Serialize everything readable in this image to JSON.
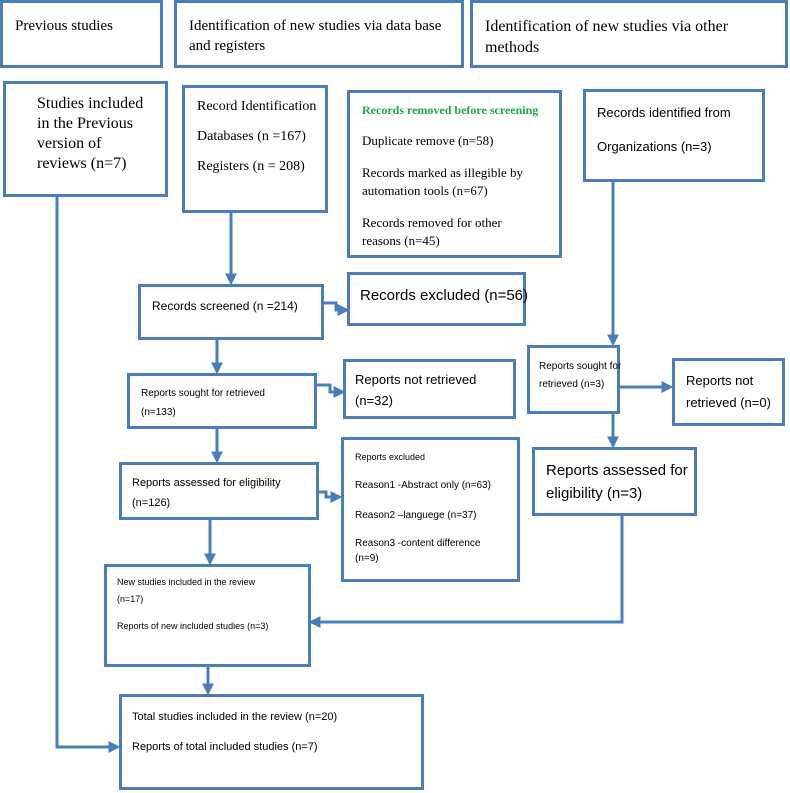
{
  "header": {
    "previous": "Previous studies",
    "databases_line1": "Identification of new studies via data base",
    "databases_line2": "and registers",
    "other_line1": "Identification of new studies via other",
    "other_line2": "methods"
  },
  "previous_included": {
    "line1": "Studies included",
    "line2": "in the Previous",
    "line3": "version of",
    "line4": "reviews (n=7)"
  },
  "record_identification": {
    "title": "Record Identification",
    "databases": "Databases (n =167)",
    "registers": "Registers (n = 208)"
  },
  "removed_before_screening": {
    "title": "Records removed before screening",
    "duplicate": "Duplicate remove (n=58)",
    "illegible_line1": "Records marked as illegible by",
    "illegible_line2": "automation tools (n=67)",
    "other_line1": "Records removed for other",
    "other_line2": "reasons (n=45)"
  },
  "organizations": {
    "line1": "Records identified from",
    "line2": "Organizations (n=3)"
  },
  "screened": "Records screened (n =214)",
  "excluded": "Records excluded (n=56)",
  "sought": {
    "line1": "Reports sought for retrieved",
    "line2": "(n=133)"
  },
  "not_retrieved": {
    "line1": "Reports not retrieved",
    "line2": "(n=32)"
  },
  "assessed": {
    "line1": "Reports assessed for eligibility",
    "line2": "(n=126)"
  },
  "reports_excluded": {
    "title": "Reports excluded",
    "reason1": "Reason1 -Abstract only (n=63)",
    "reason2": "Reason2 –languege  (n=37)",
    "reason3_line1": "Reason3 -content difference",
    "reason3_line2": "(n=9)"
  },
  "other_sought": {
    "line1": "Reports sought for",
    "line2": "retrieved (n=3)"
  },
  "other_not_retrieved": {
    "line1": "Reports not",
    "line2": "retrieved (n=0)"
  },
  "other_assessed": {
    "line1": "Reports assessed for",
    "line2": "eligibility (n=3)"
  },
  "new_included": {
    "line1": "New studies included in the review",
    "line2": "(n=17)",
    "line3": "Reports of new included studies (n=3)"
  },
  "total": {
    "line1": "Total studies included in the review (n=20)",
    "line2": "Reports of total included studies (n=7)"
  },
  "colors": {
    "border": "#4a7ebb",
    "highlight": "#1fa84a"
  }
}
